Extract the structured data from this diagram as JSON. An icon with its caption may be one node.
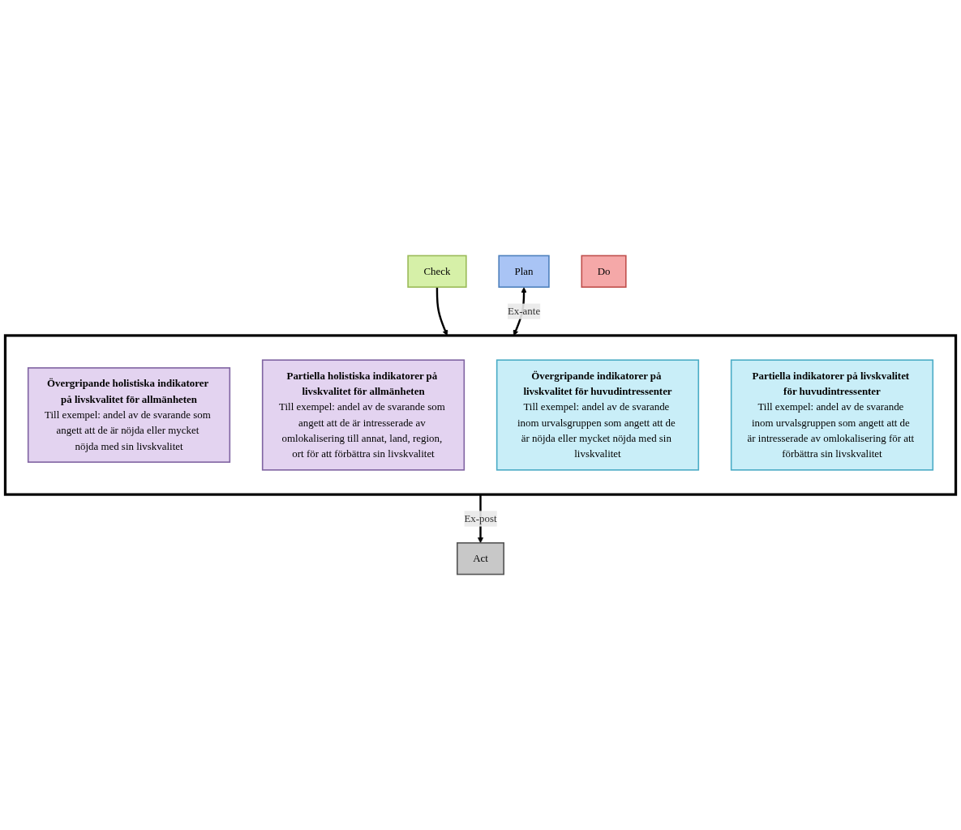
{
  "diagram": {
    "nodes": [
      {
        "text": [
          "Act"
        ]
      },
      {
        "text": [
          "Plan"
        ]
      },
      {
        "text": [
          "Check"
        ]
      },
      {
        "text": [
          "Do"
        ]
      },
      {
        "text": [],
        "shape": "box"
      },
      {
        "text": [
          "Övergripande holistiska indikatorer på livskvalitet för allmänheten",
          "Till exempel: andel av de svarande som angett att de är nöjda eller mycket nöjda med sin livskvalitet"
        ],
        "in": 4
      },
      {
        "text": [
          "Partiella holistiska indikatorer på livskvalitet för allmänheten",
          "Till exempel: andel av de svarande som angett att de är intresserade av omlokalisering till annat, land, region, ort för att förbättra sin livskvalitet"
        ],
        "in": 4
      },
      {
        "text": [
          "Övergripande indikatorer på livskvalitet för huvudintressenter",
          "Till exempel: andel av de svarande inom urvalsgruppen som angett att de är nöjda eller mycket nöjda med sin livskvalitet"
        ],
        "in": 4
      },
      {
        "text": [
          "Partiella indikatorer på livskvalitet för huvudintressenter",
          "Till exempel: andel av de svarande inom urvalsgruppen som angett att de är intresserade av omlokalisering för att förbättra sin livskvalitet"
        ],
        "in": 4
      }
    ],
    "edges": [
      {
        "from": 4,
        "to": 0,
        "arrow": "to",
        "label": "Ex-post"
      },
      {
        "from": 2,
        "to": 4,
        "arrow": "to"
      },
      {
        "from": 1,
        "to": 4,
        "arrow": "both",
        "label": "Ex-ante"
      }
    ]
  }
}
